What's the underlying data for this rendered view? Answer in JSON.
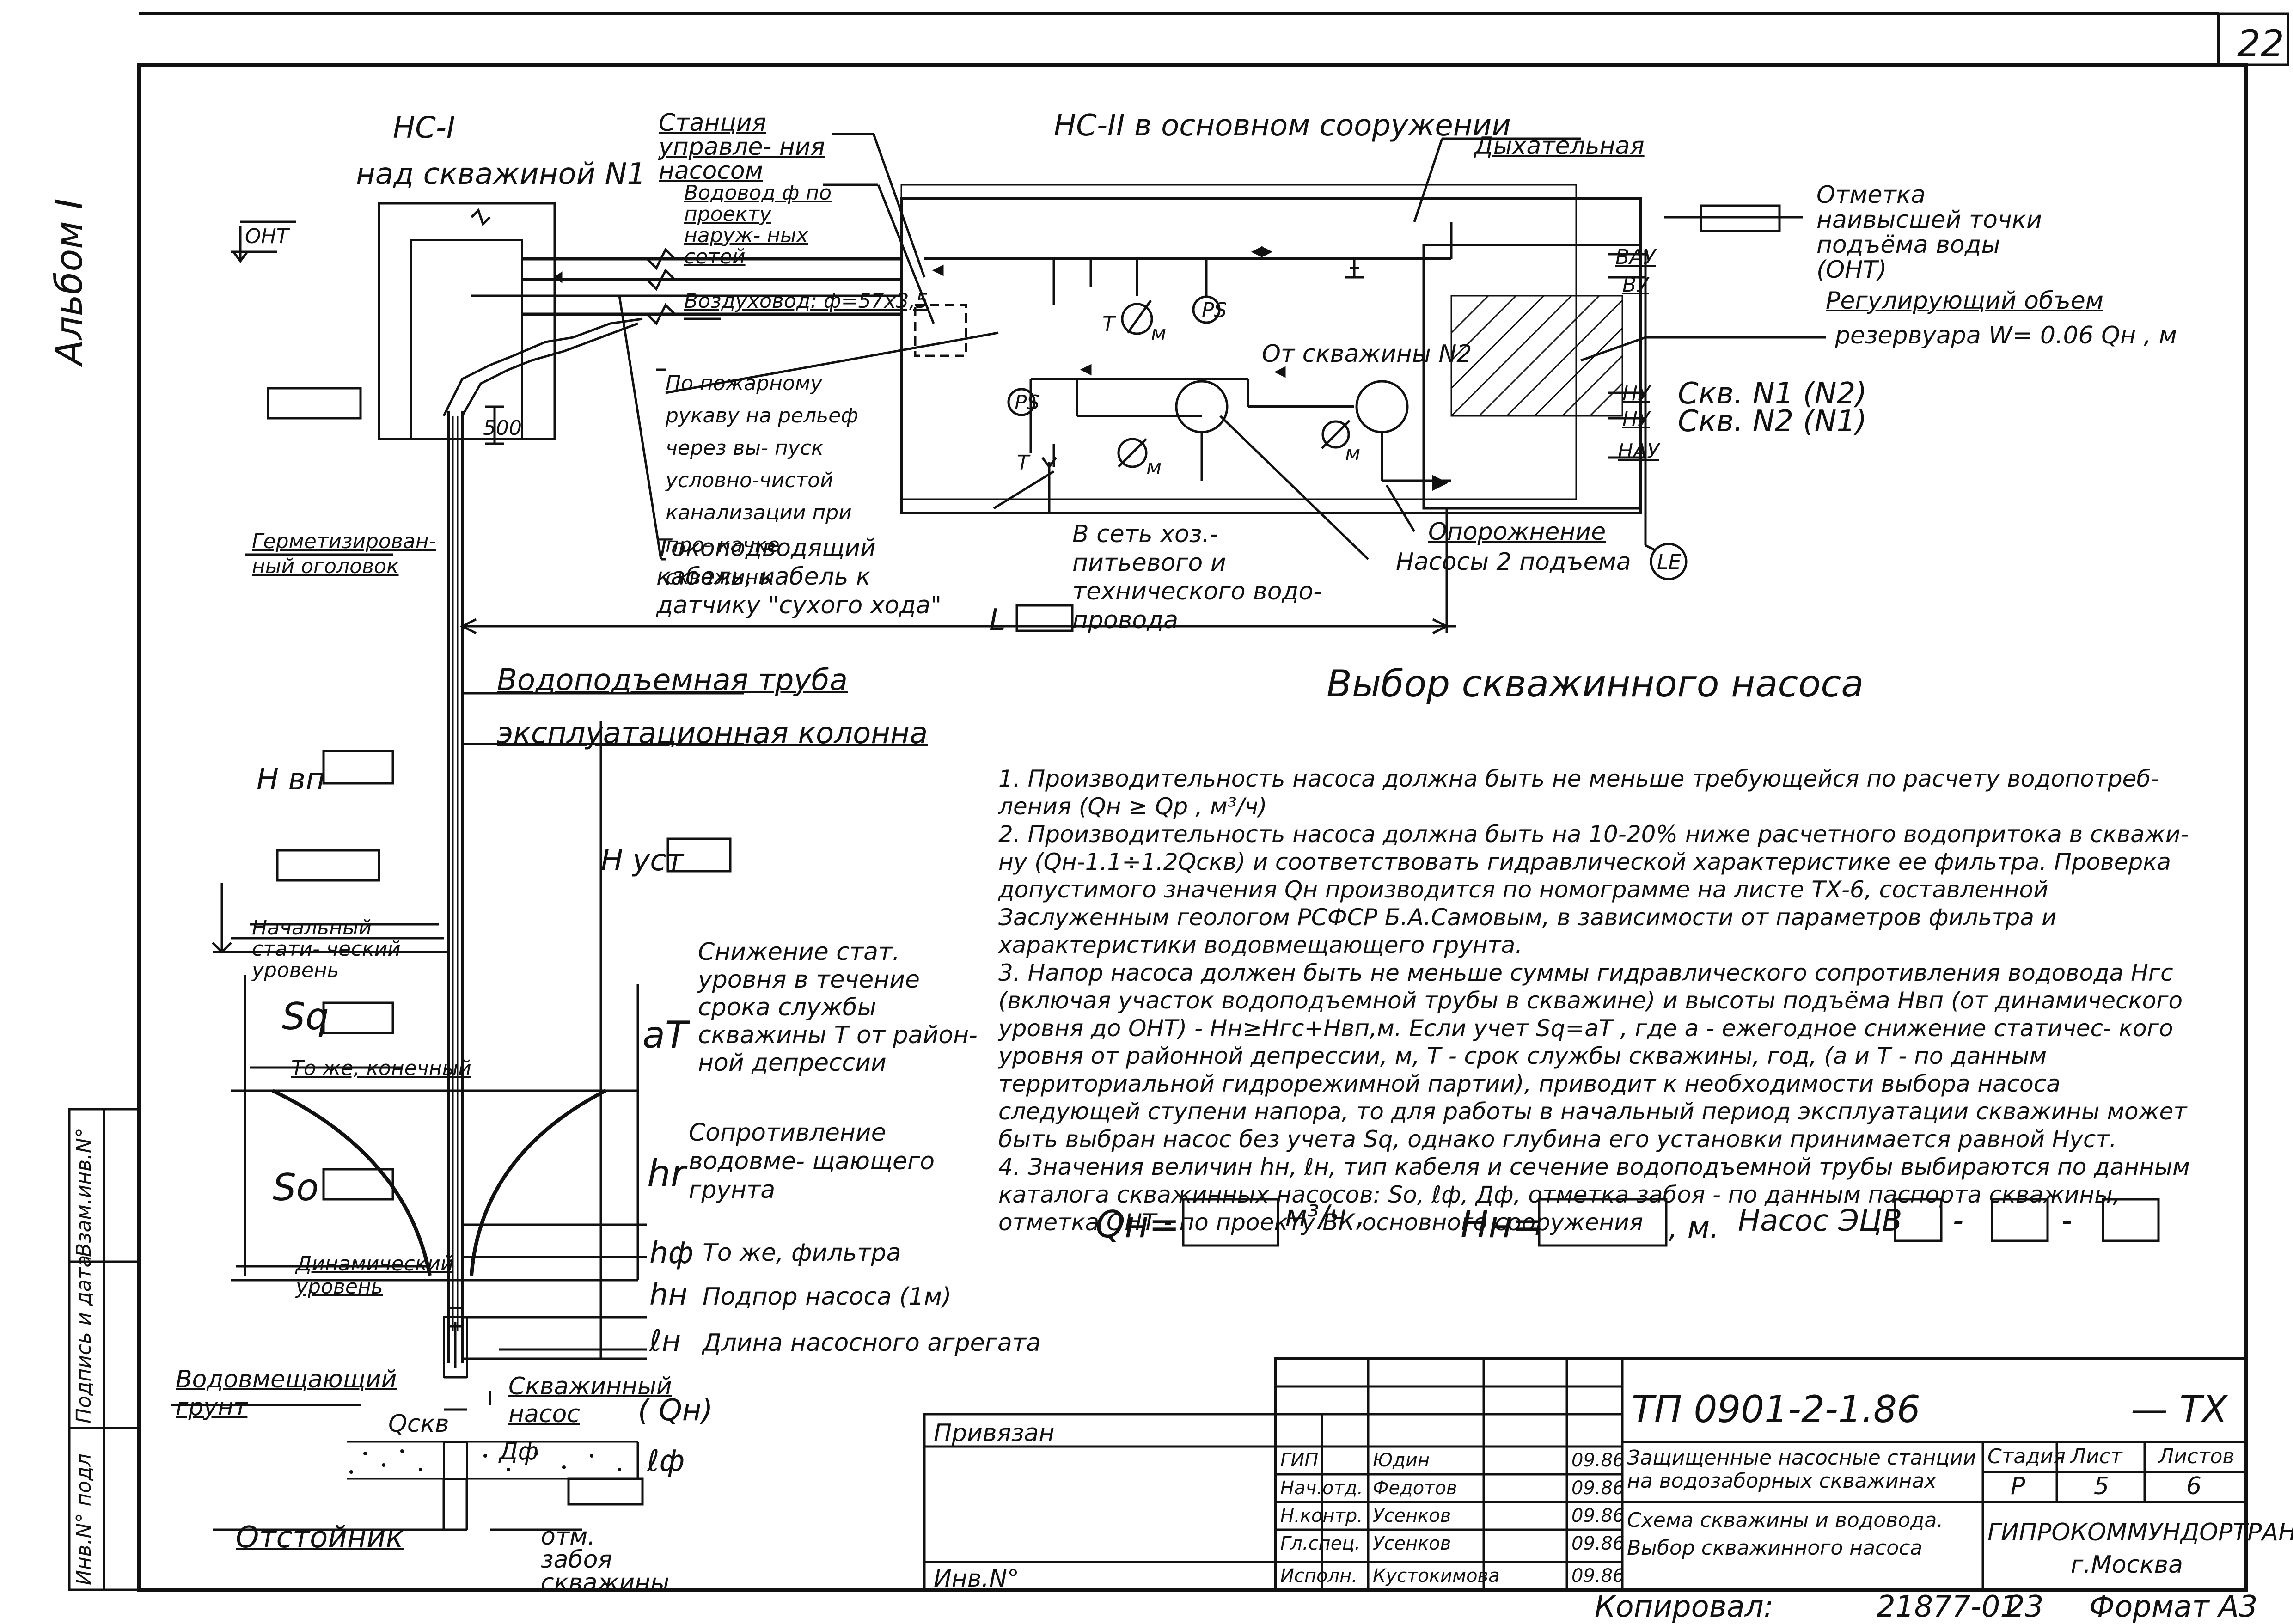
{
  "sheet": {
    "page_number": "22",
    "album": "Альбом I"
  },
  "units": {
    "hs1_title": "НС-I",
    "hs1_subtitle": "над скважиной N1",
    "hs2_title": "НС-II в основном сооружении"
  },
  "labels": {
    "ont": "ОНТ",
    "control_station": "Станция управле- ния насосом",
    "water_main": "Водовод ф по проекту наруж- ных сетей",
    "air_pipe": "Воздуховод: ф=57х3,5",
    "fire_hose": "По пожарному рукаву на рельеф через вы- пуск условно-чистой канализации при про- качке скважины",
    "sealed_head": "Герметизирован- ный оголовок",
    "cable": "Токоподводящий кабель, кабель к датчику \"сухого хода\"",
    "supply_net": "В сеть хоз.-питьевого и технического водо- провода",
    "drain": "Опорожнение",
    "pumps_2": "Насосы 2 подъема",
    "breather": "Дыхательная",
    "highest_point": "Отметка наивысшей точки подъёма воды (ОНТ)",
    "reg_volume": "Регулирующий объем",
    "reservoir": "резервуара W= 0.06 Qн , м",
    "from_well2": "От скважины N2",
    "ps": "PS",
    "t": "Т",
    "m": "м",
    "vau": "ВАУ",
    "vu": "ВУ",
    "nu1": "НУ",
    "nu2": "НУ",
    "nau": "НАУ",
    "skv1": "Скв. N1 (N2)",
    "skv2": "Скв. N2 (N1)",
    "le": "LE",
    "dim500": "500",
    "L": "L",
    "riser_pipe": "Водоподъемная труба",
    "casing": "эксплуатационная колонна",
    "hvp": "H вп",
    "hust": "H уст",
    "init_static": "Начальный стати- ческий уровень",
    "level_drop": "Снижение стат. уровня в течение срока службы скважины Т от район- ной депрессии",
    "sq": "Sq",
    "at": "aT",
    "same_final": "То же, конечный",
    "aquifer_resist": "Сопротивление водовме- щающего грунта",
    "s0": "So",
    "hr": "hr",
    "dyn_level": "Динамический уровень",
    "hf": "hф",
    "hf_text": "То же, фильтра",
    "hn": "hн",
    "hn_text": "Подпор насоса (1м)",
    "ln": "ℓн",
    "ln_text": "Длина насосного агрегата",
    "well_pump": "Скважинный насос",
    "qn_paren": "( Qн)",
    "aquifer": "Водовмещающий грунт",
    "qskv": "Qскв",
    "df": "Дф",
    "lf": "ℓф",
    "sump": "Отстойник",
    "bottom": "отм. забоя скважины"
  },
  "section_title": "Выбор скважинного насоса",
  "notes": [
    "1. Производительность насоса должна быть не меньше требующейся по расчету водопотреб- ления (Qн ≥ Qр , м³/ч)",
    "2. Производительность насоса должна быть на 10-20% ниже расчетного водопритока в скважи- ну (Qн-1.1÷1.2Qскв) и соответствовать гидравлической характеристике ее фильтра. Проверка допустимого значения Qн производится по номограмме на листе ТХ-6, составленной Заслуженным геологом РСФСР Б.А.Самовым, в зависимости от параметров фильтра и характеристики водовмещающего грунта.",
    "3. Напор насоса должен быть не меньше суммы гидравлического сопротивления водовода Hгс (включая участок водоподъемной трубы в скважине) и высоты подъёма Hвп (от динамического уровня до ОНТ) - Hн≥Hгс+Hвп,м. Если учет Sq=aT , где a - ежегодное снижение статичес- кого уровня от районной депрессии, м, Т - срок службы скважины, год, (a и Т - по данным территориальной гидрорежимной партии), приводит к необходимости выбора насоса следующей ступени напора, то для работы в начальный период эксплуатации скважины может быть выбран насос без учета Sq, однако глубина его установки принимается равной Hуст.",
    "4. Значения величин hн, ℓн, тип кабеля и сечение водоподъемной трубы выбираются по данным каталога скважинных насосов: So, ℓф, Дф, отметка забоя - по данным паспорта скважины, отметка ОНТ - по проекту ВК основного сооружения"
  ],
  "formula": {
    "qn": "Qн=",
    "qn_unit": "м³/ч ,",
    "hn": "Hн=",
    "hn_unit": ", м.",
    "pump": "Насос ЭЦВ",
    "dash": "-"
  },
  "side_stamp": {
    "vzam": "Взам.инв.N°",
    "podpis": "Подпись и дата",
    "inv": "Инв.N° подл"
  },
  "title_block": {
    "privyazan": "Привязан",
    "inv_no": "Инв.N°",
    "code": "ТП 0901-2-1.86",
    "suffix": "— ТХ",
    "project": "Защищенные насосные станции на водозаборных скважинах",
    "sheet_title": "Схема скважины и водовода. Выбор скважинного насоса",
    "stage_label": "Стадия",
    "sheet_label": "Лист",
    "sheets_label": "Листов",
    "stage": "Р",
    "sheet": "5",
    "sheets": "6",
    "org": "ГИПРОКОММУНДОРТРАНС",
    "city": "г.Москва",
    "staff": [
      {
        "role": "ГИП",
        "name": "Юдин",
        "date": "09.86"
      },
      {
        "role": "Нач.отд.",
        "name": "Федотов",
        "date": "09.86"
      },
      {
        "role": "Н.контр.",
        "name": "Усенков",
        "date": "09.86"
      },
      {
        "role": "Гл.спец.",
        "name": "Усенков",
        "date": "09.86"
      },
      {
        "role": "Исполн.",
        "name": "Кустокимова",
        "date": "09.86"
      }
    ]
  },
  "footer": {
    "copied": "Копировал:",
    "number": "21877-01",
    "num2": "23",
    "format": "Формат А3"
  }
}
